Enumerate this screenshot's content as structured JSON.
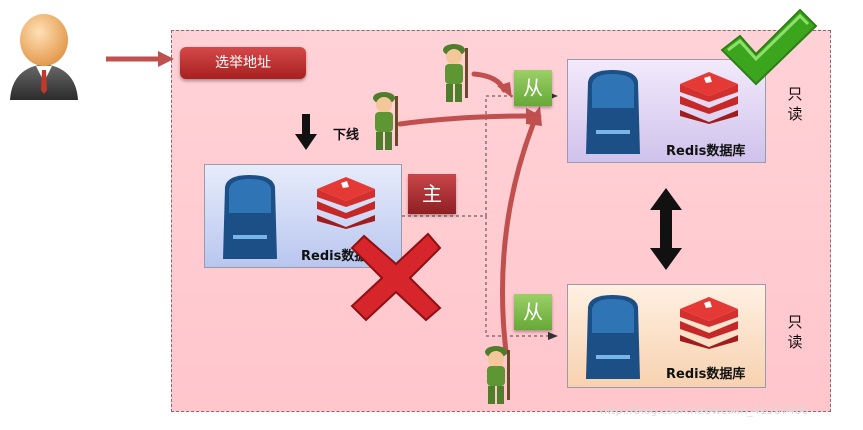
{
  "election_button": "选举地址",
  "offline_label": "下线",
  "master_tag": "主",
  "slave_tag": "从",
  "db_label": "Redis数据库",
  "read_only_label": [
    "只",
    "读"
  ],
  "watermark": "http://blog.csdn.net/weixin_41307400",
  "colors": {
    "election": "#b52a2a",
    "slave_tag": "#7cbb4a",
    "master_tag": "#a4272b",
    "arrow": "#c0504d",
    "check": "#3ca51e",
    "cross": "#d6262b"
  }
}
